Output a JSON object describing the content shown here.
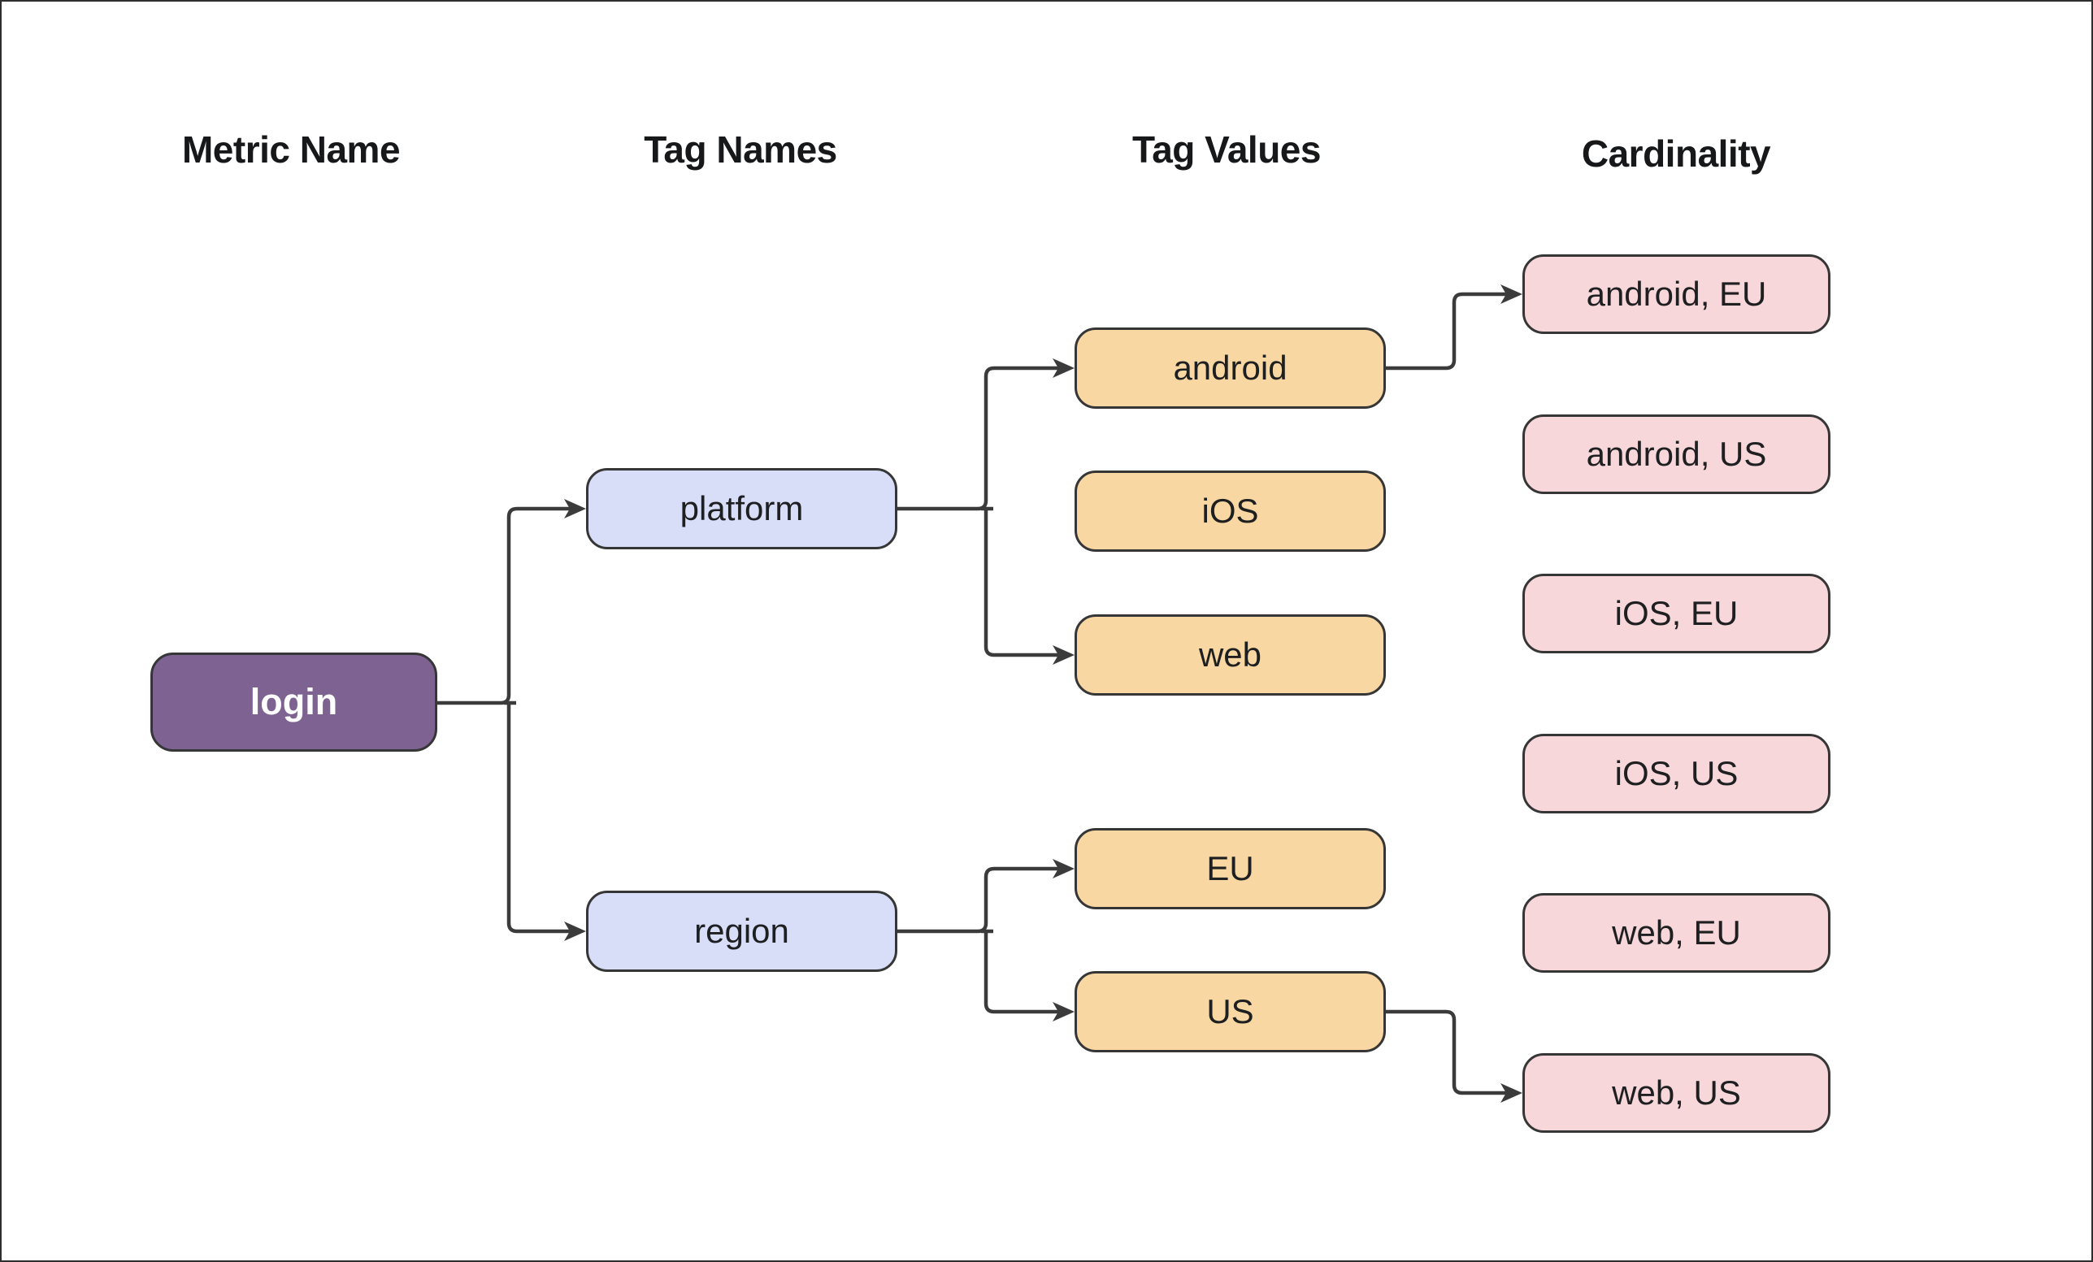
{
  "diagram": {
    "headers": [
      "Metric Name",
      "Tag Names",
      "Tag Values",
      "Cardinality"
    ],
    "metric": "login",
    "tag_names": [
      "platform",
      "region"
    ],
    "tag_values": [
      "android",
      "iOS",
      "web",
      "EU",
      "US"
    ],
    "cardinality": [
      "android, EU",
      "android, US",
      "iOS, EU",
      "iOS, US",
      "web, EU",
      "web, US"
    ],
    "edges": [
      {
        "from": "login",
        "to": "platform"
      },
      {
        "from": "login",
        "to": "region"
      },
      {
        "from": "platform",
        "to": "android"
      },
      {
        "from": "platform",
        "to": "web"
      },
      {
        "from": "region",
        "to": "EU"
      },
      {
        "from": "region",
        "to": "US"
      },
      {
        "from": "android",
        "to": "android, EU"
      },
      {
        "from": "US",
        "to": "web, US"
      }
    ],
    "colors": {
      "metric_fill": "#7D6292",
      "metric_text": "#FFFFFF",
      "tag_name_fill": "#D8DDF8",
      "tag_value_fill": "#F9D7A2",
      "cardinality_fill": "#F8D7DA",
      "node_border": "#363636",
      "edge": "#3B3B3B",
      "background": "#FFFFFF",
      "header_text": "#17181A"
    }
  }
}
